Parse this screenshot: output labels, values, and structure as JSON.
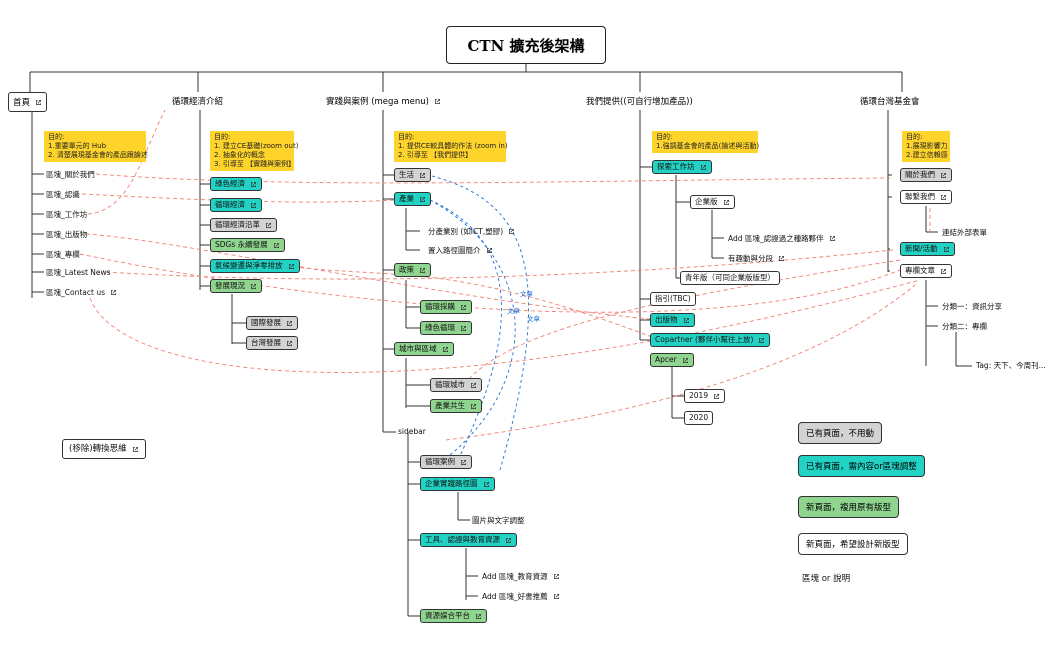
{
  "title": "CTN 擴充後架構",
  "headers": {
    "home": "首頁",
    "circular": "循環經濟介紹",
    "practice": "實踐與案例 (mega menu)",
    "offer": "我們提供((可自行增加產品))",
    "foundation": "循環台灣基金會"
  },
  "notes": {
    "home": "目的:\n1.重要單元的 Hub\n2. 清楚展現基金會的產品跟論述",
    "circular": "目的:\n1. 建立CE基礎(zoom out)\n2. 抽象化的概念\n3. 引導至 【實踐與案例】",
    "practice": "目的:\n1. 提供CE較具體的作法 (zoom in)\n2. 引導至 【我們提供】",
    "offer": "目的:\n1.強調基金會的產品(論述與活動)",
    "foundation": "目的:\n1.展現影響力\n2.建立信賴感"
  },
  "home_items": [
    "區塊_關於我們",
    "區塊_認識",
    "區塊_工作坊",
    "區塊_出版物",
    "區塊_專欄",
    "區塊_Latest News",
    "區塊_Contact us"
  ],
  "circular_items": [
    "綠色經濟",
    "循環經濟",
    "循環經濟沿革",
    "SDGs 永續發展",
    "氣候變遷與淨零排放",
    "發展現況"
  ],
  "circular_sub": [
    "國際發展",
    "台灣發展"
  ],
  "practice_items": {
    "life": "生活",
    "industry": "產業",
    "industry_sub1": "分產業別 (如ICT,塑膠)",
    "industry_sub2": "置入路徑圖簡介",
    "policy": "政策",
    "policy_sub1": "循環採購",
    "policy_sub2": "綠色循環",
    "city": "城市與區域",
    "city_sub1": "循環城市",
    "city_sub2": "產業共生",
    "sidebar": "sidebar",
    "case": "循環案例",
    "roadmap": "企業實踐路徑圖",
    "roadmap_sub": "圖片與文字調整",
    "tools": "工具、認證與教育資源",
    "tools_sub1": "Add 區塊_教育資源",
    "tools_sub2": "Add 區塊_好書推薦",
    "platform": "資源媒合平台"
  },
  "offer_items": {
    "workshop": "探索工作坊",
    "enterprise": "企業版",
    "ent_sub1": "Add 區塊_認證過之種路夥伴",
    "ent_sub2": "有趣動與分段",
    "youth": "青年版（可同企業版版型）",
    "guide": "指引(TBC)",
    "pub": "出版物",
    "copartner": "Copartner (夥伴小幫往上放)",
    "apcer": "Apcer",
    "y2019": "2019",
    "y2020": "2020"
  },
  "foundation_items": {
    "about": "關於我們",
    "contact": "聯繫我們",
    "contact_sub": "連結外部表單",
    "news": "新聞/活動",
    "column": "專欄文章",
    "col_sub1": "分類一：資訊分享",
    "col_sub2": "分類二：專欄",
    "tag": "Tag: 天下、今周刊..."
  },
  "misc": {
    "remove": "(移除)轉換思維"
  },
  "edge_labels": [
    "文章",
    "文章",
    "文章"
  ],
  "legend": [
    "已有頁面，不用動",
    "已有頁面，需內容or區塊調整",
    "新頁面，複用原有版型",
    "新頁面，希望設計新版型",
    "區塊 or 說明"
  ],
  "colors": {
    "gray": "#d3d3d3",
    "teal": "#22d3c5",
    "green": "#8fd48f",
    "note": "#ffd42a",
    "red_dash": "#f08070",
    "blue_dash": "#1f6fd1"
  }
}
